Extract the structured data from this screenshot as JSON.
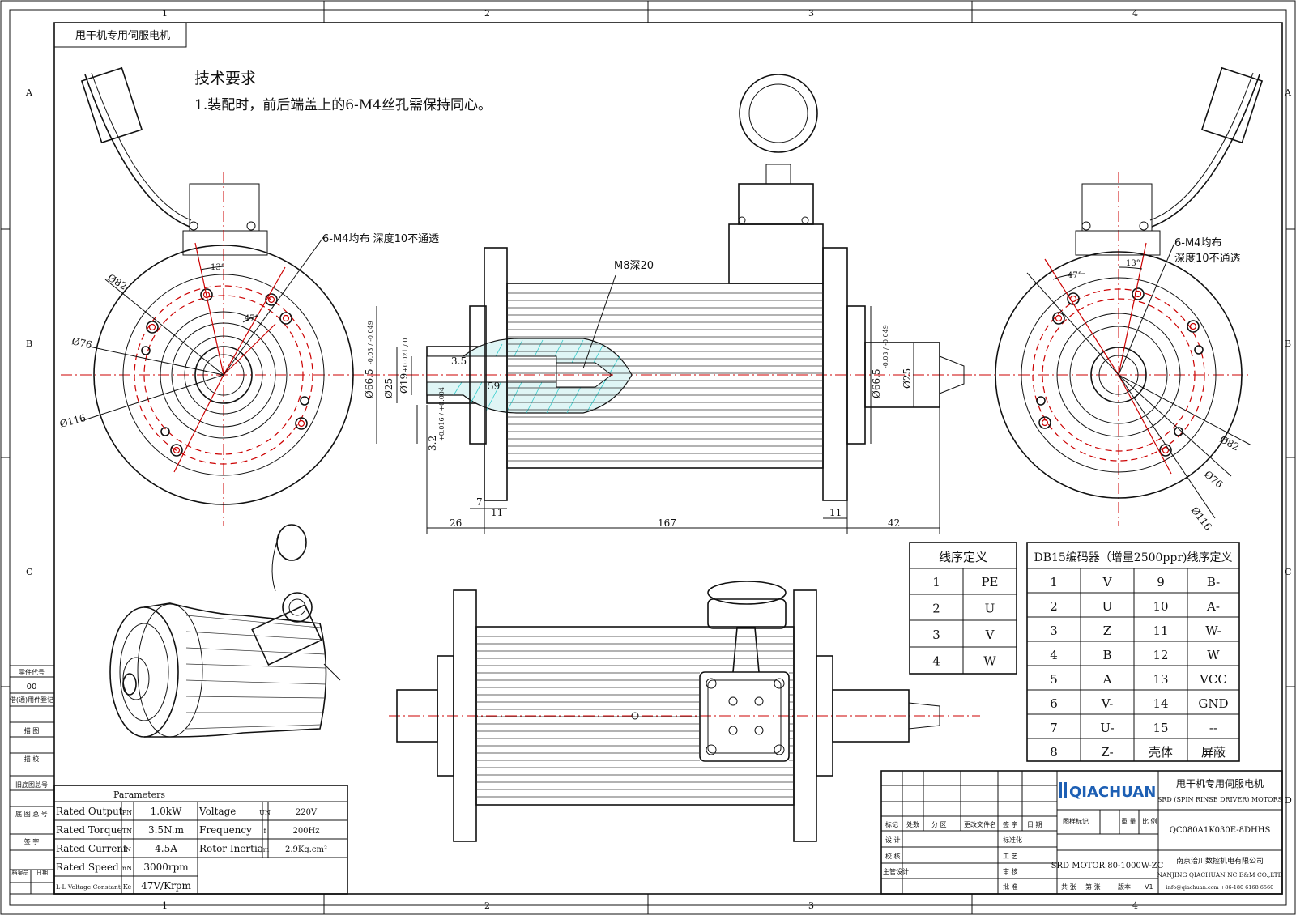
{
  "title_box": "甩干机专用伺服电机",
  "notes": {
    "heading": "技术要求",
    "line1": "1.装配时，前后端盖上的6-M4丝孔需保持同心。"
  },
  "grid": {
    "cols": [
      "1",
      "2",
      "3",
      "4"
    ],
    "rows": [
      "A",
      "B",
      "C",
      "D"
    ]
  },
  "left_view": {
    "callout": "6-M4均布  深度10不通透",
    "angle_13": "13°",
    "angle_47": "47°",
    "d82": "Ø82",
    "d76": "Ø76",
    "d116": "Ø116"
  },
  "right_view": {
    "callout_line1": "6-M4均布",
    "callout_line2": "深度10不通透",
    "angle_13": "13°",
    "angle_47": "47°",
    "d82": "Ø82",
    "d76": "Ø76",
    "d116": "Ø116"
  },
  "side_view": {
    "m8": "M8深20",
    "d66_left": "Ø66.5",
    "d66_tol": "-0.03 / -0.049",
    "d25": "Ø25",
    "d19": "Ø19",
    "d19_tol": "+0.021 / 0",
    "d66_right": "Ø66.5",
    "d66_right_tol": "-0.03 / -0.049",
    "d25_right": "Ø25",
    "key_3_5": "3.5",
    "len_59": "59",
    "key_3_2": "3.2",
    "key_3_2_tol": "+0.016 / +0.004",
    "dim_7": "7",
    "dim_26": "26",
    "dim_11a": "11",
    "dim_167": "167",
    "dim_11b": "11",
    "dim_42": "42"
  },
  "wire_table": {
    "title": "线序定义",
    "rows": [
      [
        "1",
        "PE"
      ],
      [
        "2",
        "U"
      ],
      [
        "3",
        "V"
      ],
      [
        "4",
        "W"
      ]
    ]
  },
  "encoder_table": {
    "title": "DB15编码器（增量2500ppr)线序定义",
    "rows": [
      [
        "1",
        "V",
        "9",
        "B-"
      ],
      [
        "2",
        "U",
        "10",
        "A-"
      ],
      [
        "3",
        "Z",
        "11",
        "W-"
      ],
      [
        "4",
        "B",
        "12",
        "W"
      ],
      [
        "5",
        "A",
        "13",
        "VCC"
      ],
      [
        "6",
        "V-",
        "14",
        "GND"
      ],
      [
        "7",
        "U-",
        "15",
        "--"
      ],
      [
        "8",
        "Z-",
        "壳体",
        "屏蔽"
      ]
    ]
  },
  "params": {
    "title": "Parameters",
    "left": [
      {
        "label": "Rated Output",
        "sym": "PN",
        "value": "1.0kW"
      },
      {
        "label": "Rated Torque",
        "sym": "TN",
        "value": "3.5N.m"
      },
      {
        "label": "Rated Current",
        "sym": "IN",
        "value": "4.5A"
      },
      {
        "label": "Rated Speed",
        "sym": "nN",
        "value": "3000rpm"
      },
      {
        "label": "L-L Voltage Constant",
        "sym": "Ke",
        "value": "47V/Krpm"
      }
    ],
    "right": [
      {
        "label": "Voltage",
        "sym": "UN",
        "value": "220V"
      },
      {
        "label": "Frequency",
        "sym": "f",
        "value": "200Hz"
      },
      {
        "label": "Rotor Inertia",
        "sym": "Jm",
        "value": "2.9Kg.cm²"
      }
    ]
  },
  "left_strip": {
    "part_no_label": "零件代号",
    "part_no": "00",
    "borrow": "借(通)用件登记",
    "trace": "描 图",
    "check": "描 校",
    "old_no": "旧底图总号",
    "base_no": "底 图 总 号",
    "sign": "签 字",
    "file_no": "档案员",
    "date": "日期"
  },
  "title_block": {
    "brand": "QIACHUAN",
    "product_cn": "甩干机专用伺服电机",
    "product_en": "SRD (SPIN RINSE DRIVER) MOTORS",
    "model": "QC080A1K030E-8DHHS",
    "series": "SRD MOTOR 80-1000W-ZC",
    "company_cn": "南京洽川数控机电有限公司",
    "company_en": "NANJING QIACHUAN NC E&M CO.,LTD",
    "contact": "info@qiachuan.com  +86-180 6168 6560",
    "h_mark": "标记",
    "h_count": "处数",
    "h_zone": "分 区",
    "h_doc": "更改文件名",
    "h_sign": "签 字",
    "h_date": "日 期",
    "design": "设 计",
    "check": "校 核",
    "chief": "主管设计",
    "std": "标准化",
    "craft": "工 艺",
    "review": "审 核",
    "approve": "批 准",
    "stage": "图样标记",
    "weight": "重 量",
    "ratio": "比 例",
    "total": "共 张",
    "sheet": "第 张",
    "version": "版本",
    "version_val": "V1"
  }
}
